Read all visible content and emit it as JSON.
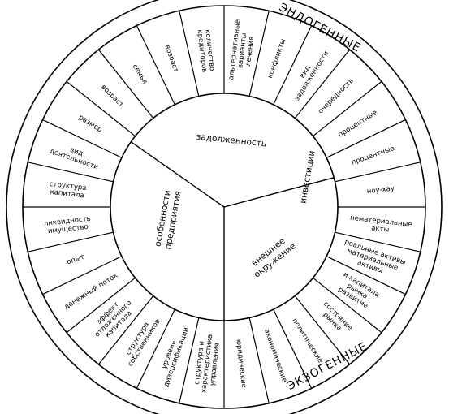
{
  "colors": {
    "ink": "#000000",
    "paper": "#ffffff"
  },
  "ring_labels": {
    "top": "ЭНДОГЕННЫЕ",
    "bottom": "ЭКЗОГЕННЫЕ"
  },
  "core_sectors": [
    {
      "id": "debt",
      "label": "задолженность"
    },
    {
      "id": "investments",
      "label": "инвестиции"
    },
    {
      "id": "environment",
      "lines": [
        "внешнее",
        "окружение"
      ]
    },
    {
      "id": "company",
      "lines": [
        "особенности",
        "предприятия"
      ]
    }
  ],
  "factors": [
    {
      "id": "f01",
      "lines": [
        "альтернативные",
        "варианты",
        "лечения"
      ]
    },
    {
      "id": "f02",
      "lines": [
        "конфликты"
      ]
    },
    {
      "id": "f03",
      "lines": [
        "вид",
        "задолженности"
      ]
    },
    {
      "id": "f04",
      "lines": [
        "очередность"
      ]
    },
    {
      "id": "f05",
      "lines": [
        "процентные"
      ]
    },
    {
      "id": "f06",
      "lines": [
        "процентные"
      ]
    },
    {
      "id": "f07",
      "lines": [
        "ноу-хау"
      ]
    },
    {
      "id": "f08",
      "lines": [
        "нематериальные",
        "акты"
      ]
    },
    {
      "id": "f09",
      "lines": [
        "реальные активы",
        "материальные",
        "активы"
      ]
    },
    {
      "id": "f10",
      "lines": [
        "и капитала",
        "рынка",
        "развитие"
      ]
    },
    {
      "id": "f11",
      "lines": [
        "состояние",
        "рынка"
      ]
    },
    {
      "id": "f12",
      "lines": [
        "политические"
      ]
    },
    {
      "id": "f13",
      "lines": [
        "экономические"
      ]
    },
    {
      "id": "f14",
      "lines": [
        "юридические"
      ]
    },
    {
      "id": "f15",
      "lines": [
        "структура и",
        "характеристика",
        "управления"
      ]
    },
    {
      "id": "f16",
      "lines": [
        "уровень",
        "диверсификации"
      ]
    },
    {
      "id": "f17",
      "lines": [
        "структура",
        "собственников"
      ]
    },
    {
      "id": "f18",
      "lines": [
        "эффект",
        "отложенного",
        "капитала"
      ]
    },
    {
      "id": "f19",
      "lines": [
        "денежный поток"
      ]
    },
    {
      "id": "f20",
      "lines": [
        "опыт"
      ]
    },
    {
      "id": "f21",
      "lines": [
        "ликвидность",
        "имущество"
      ]
    },
    {
      "id": "f22",
      "lines": [
        "структура",
        "капитала"
      ]
    },
    {
      "id": "f23",
      "lines": [
        "вид",
        "деятельности"
      ]
    },
    {
      "id": "f24",
      "lines": [
        "размер"
      ]
    },
    {
      "id": "f25",
      "lines": [
        "возраст"
      ]
    },
    {
      "id": "f26",
      "lines": [
        "семья"
      ]
    },
    {
      "id": "f27",
      "lines": [
        "возраст"
      ]
    },
    {
      "id": "f28",
      "lines": [
        "количество",
        "кредиторов"
      ]
    }
  ]
}
